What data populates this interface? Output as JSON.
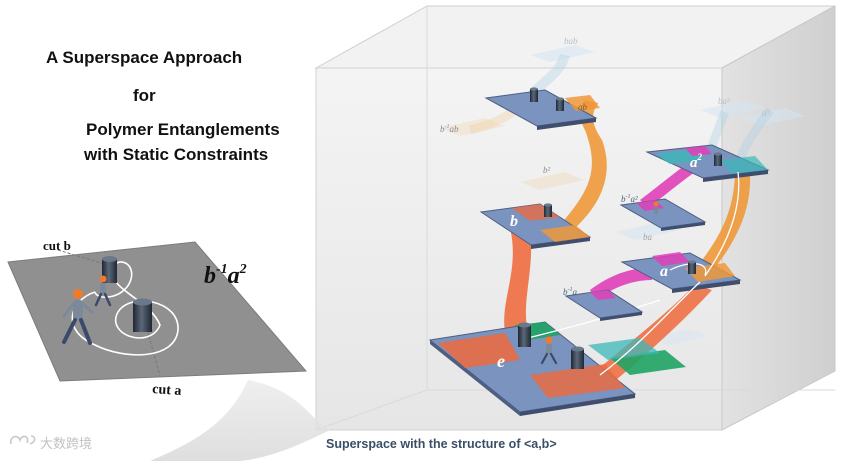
{
  "title": {
    "line1": "A Superspace Approach",
    "line2": "for",
    "line3": "Polymer Entanglements",
    "line4": "with Static Constraints"
  },
  "left_panel": {
    "cut_b": "cut b",
    "cut_a": "cut a",
    "word_base1": "b",
    "word_sup1": "-1",
    "word_base2": "a",
    "word_sup2": "2"
  },
  "sheets": {
    "e": "e",
    "a": "a",
    "b": "b",
    "a2": "a",
    "a2_sup": "2",
    "b_inv_a": "b",
    "b_inv_a_sup": "-1",
    "b_inv_a_tail": "a",
    "b_inv_a2": "b",
    "b_inv_a2_sup": "-1",
    "b_inv_a2_tail": "a²",
    "b_inv_ab": "b",
    "b_inv_ab_sup": "-1",
    "b_inv_ab_tail": "ab",
    "bab": "bab",
    "ab": "ab",
    "b2": "b²",
    "ba2": "ba²",
    "a3": "a³",
    "ba": "ba"
  },
  "caption": "Superspace with the structure of <a,b>",
  "watermark": "大数跨境",
  "colors": {
    "sheet": "#7b93bf",
    "sheet_edge": "#4e5f82",
    "orange": "#f0983a",
    "orange_red": "#ef6a3c",
    "magenta": "#e040b8",
    "teal": "#3cb8b8",
    "green": "#1fa463",
    "ghost_blue": "#a9cfe6",
    "ghost_orange": "#f2cf9a"
  }
}
